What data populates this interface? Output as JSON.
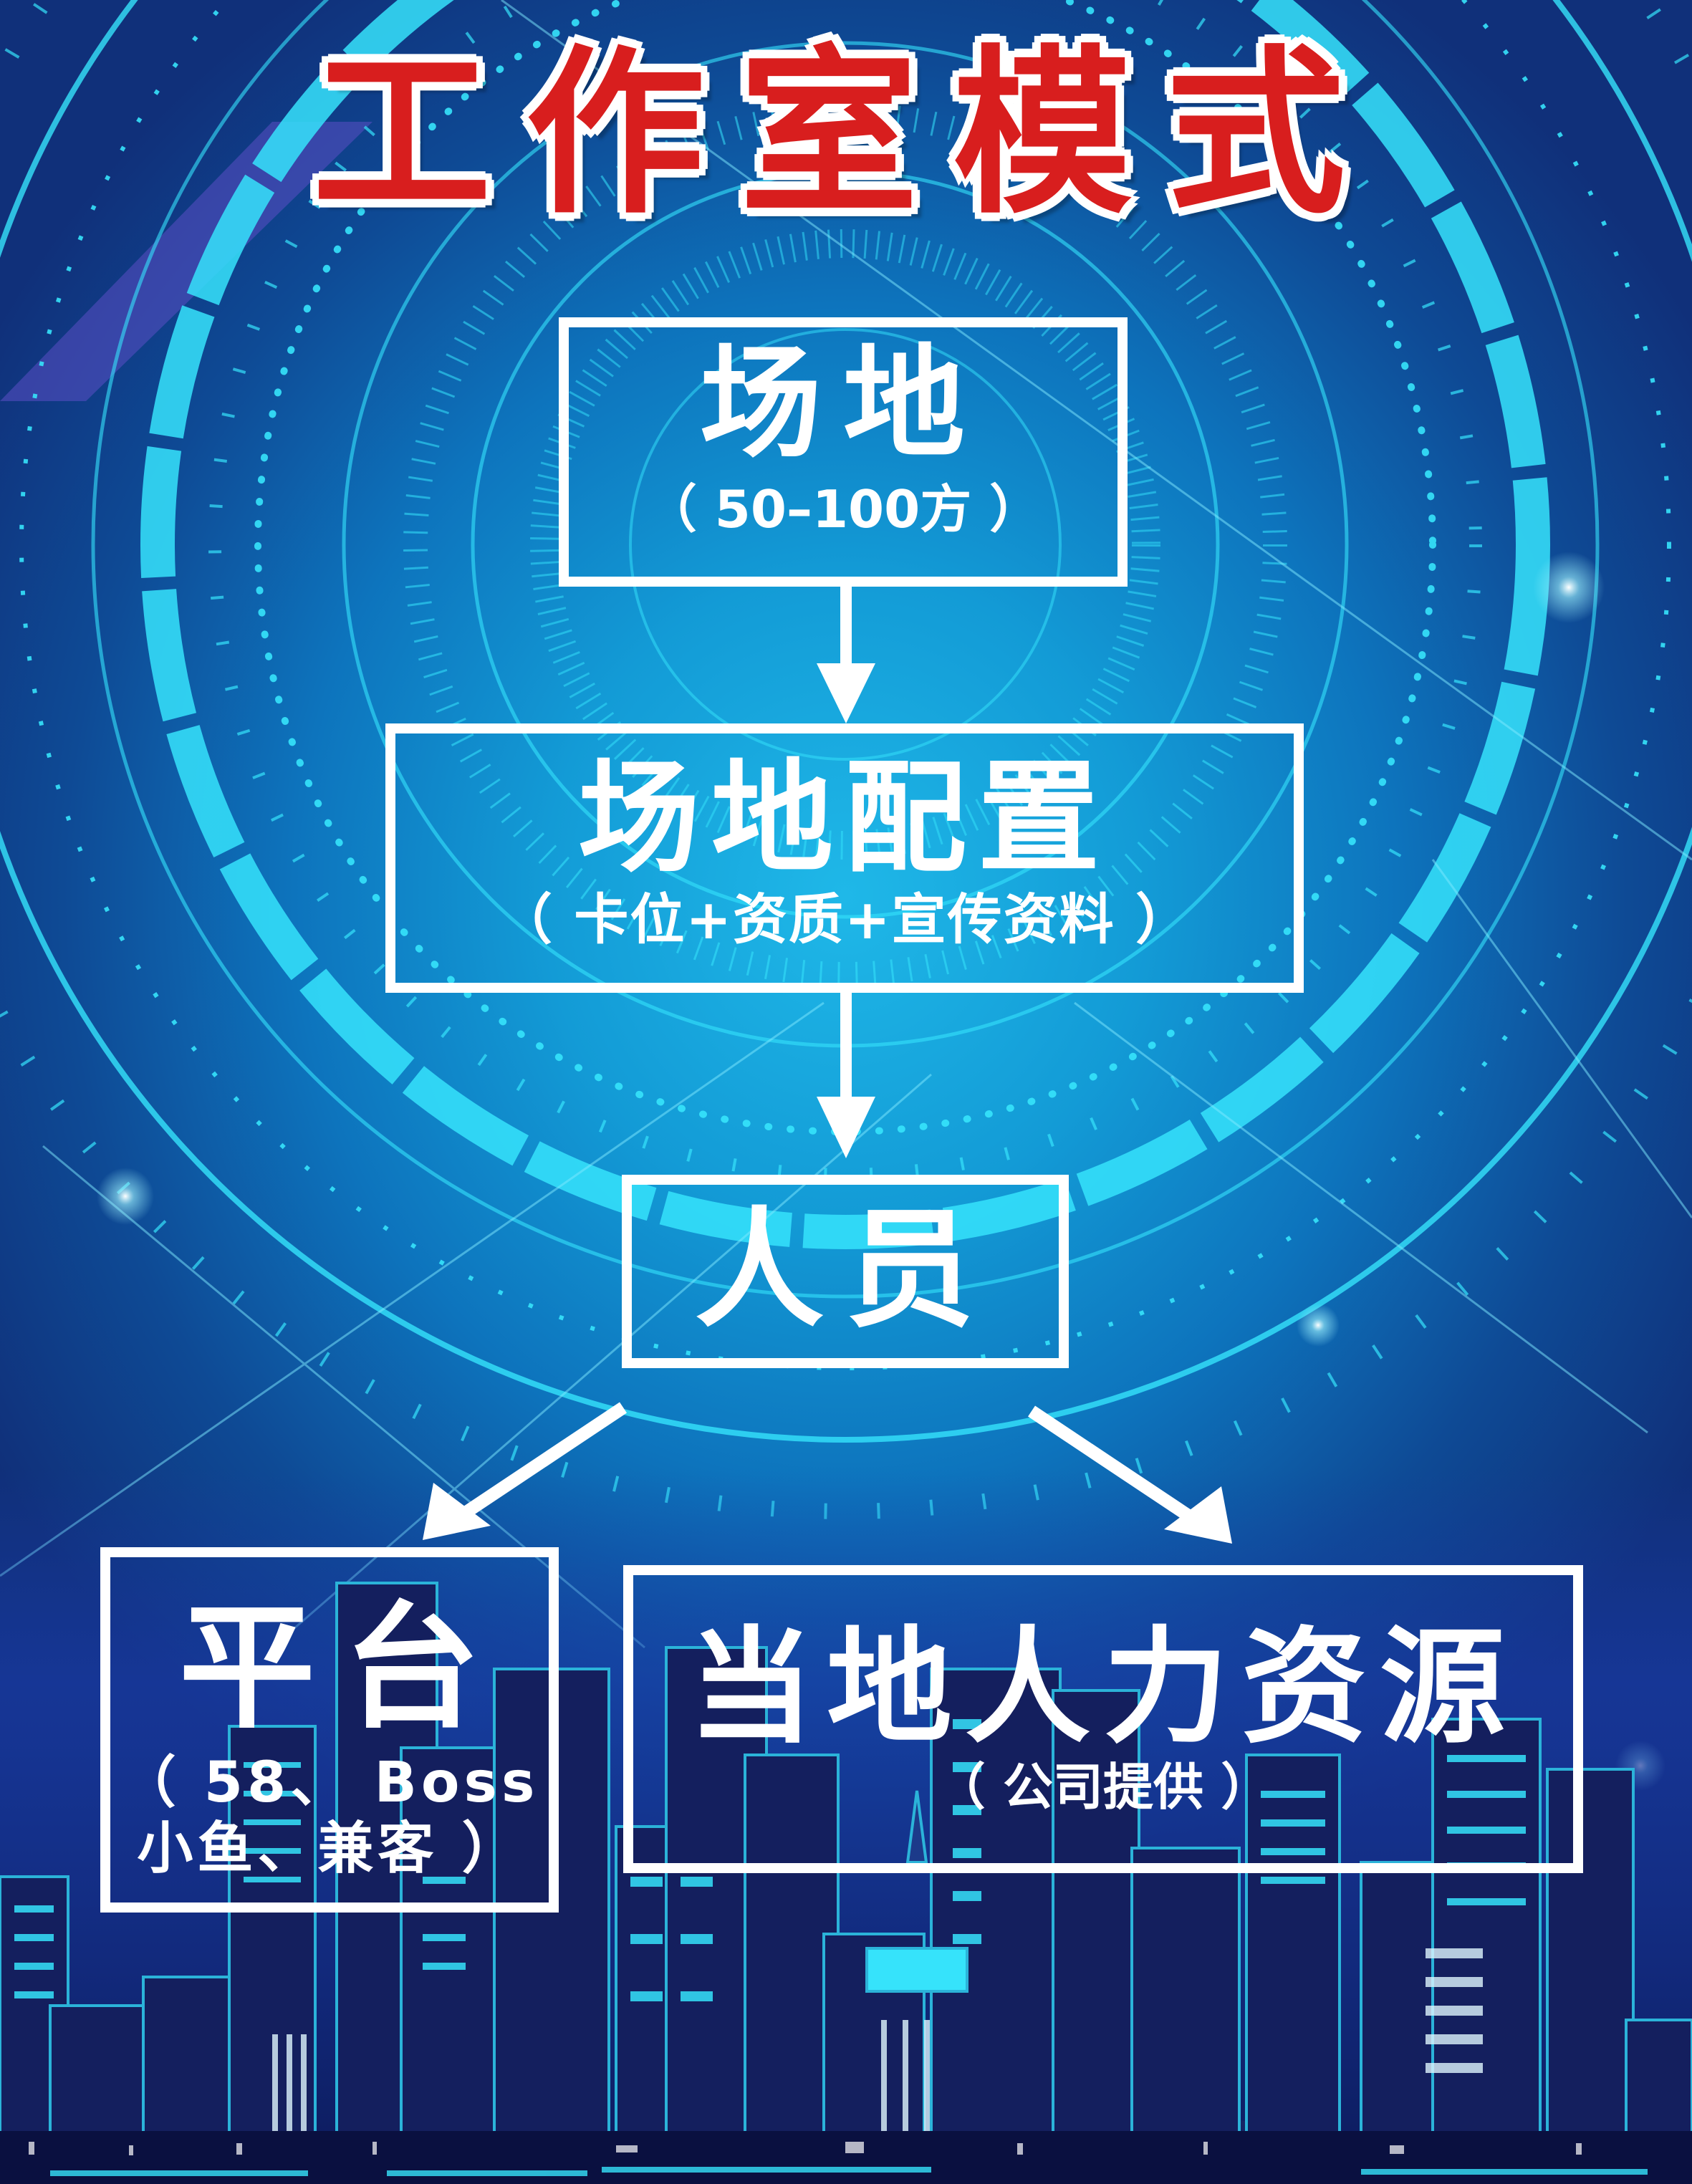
{
  "title": "工作室模式",
  "colors": {
    "title_fill": "#d81e1e",
    "title_outline": "#ffffff",
    "box_border": "#ffffff",
    "text": "#ffffff",
    "hud_cyan": "#36e3fb",
    "bg_top": "#10307a",
    "bg_center": "#1fb8e8"
  },
  "flow": {
    "step1": {
      "label": "场地",
      "detail": "（ 50–100方 ）"
    },
    "step2": {
      "label": "场地配置",
      "detail": "（ 卡位+资质+宣传资料 ）"
    },
    "step3": {
      "label": "人员"
    },
    "branch_left": {
      "label": "平台",
      "detail_line1": "（ 58、 Boss",
      "detail_line2": "小鱼、兼客 ）"
    },
    "branch_right": {
      "label": "当地人力资源",
      "detail": "（ 公司提供 ）"
    }
  },
  "icons": {
    "arrow1": "arrow-down-icon",
    "arrow2": "arrow-down-icon",
    "arrow_left": "arrow-down-left-icon",
    "arrow_right": "arrow-down-right-icon"
  }
}
